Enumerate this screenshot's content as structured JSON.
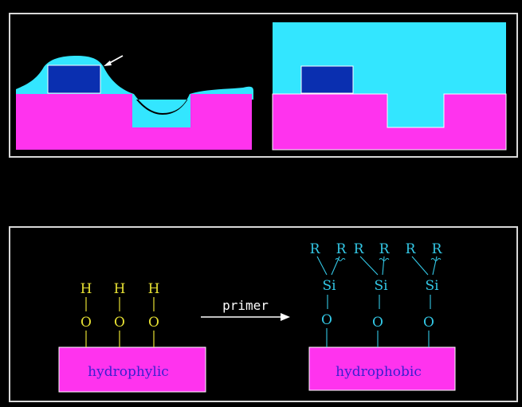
{
  "colors": {
    "background": "#000000",
    "frame": "#d8d8d8",
    "substrate": "#ff33ee",
    "resist": "#33e6ff",
    "feature": "#0a2fb0",
    "hydroxyl": "#e6e033",
    "silane": "#33c8e6",
    "arrow": "#ffffff",
    "substrate_text": "#3a1fd0"
  },
  "top_left": {
    "arrow": "white-arrow-icon"
  },
  "top_right": {},
  "bottom": {
    "left_groups": [
      {
        "h": "H",
        "o": "O"
      },
      {
        "h": "H",
        "o": "O"
      },
      {
        "h": "H",
        "o": "O"
      }
    ],
    "left_substrate_label": "hydrophylic",
    "arrow_label": "primer",
    "right_groups": [
      {
        "r1": "R",
        "r2": "R",
        "si": "Si",
        "o": "O"
      },
      {
        "r1": "R",
        "r2": "R",
        "si": "Si",
        "o": "O"
      },
      {
        "r1": "R",
        "r2": "R",
        "si": "Si",
        "o": "O"
      }
    ],
    "right_substrate_label": "hydrophobic"
  }
}
